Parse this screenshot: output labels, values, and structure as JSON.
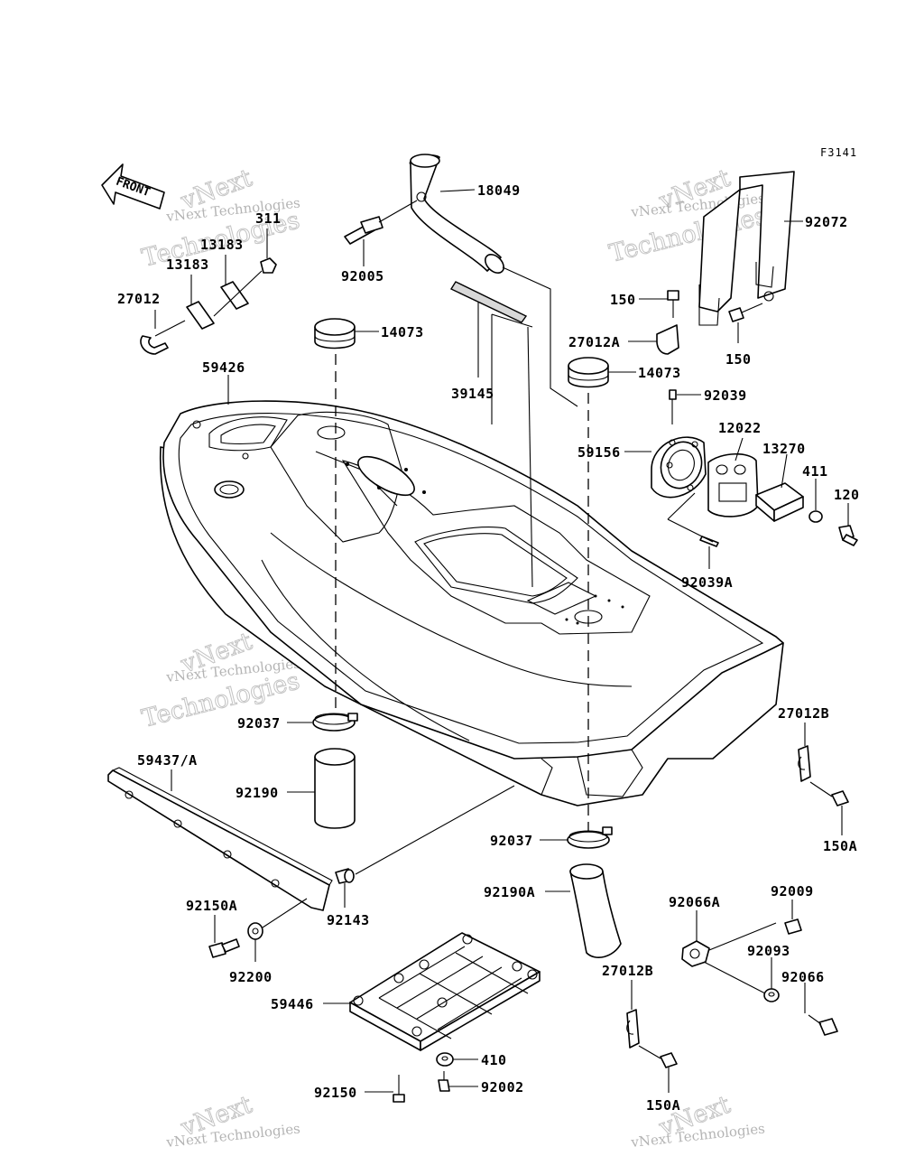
{
  "figure_ref": "F3141",
  "front_label": "FRONT",
  "watermark": {
    "line1": "vNext Technologies",
    "line2": "vNext",
    "line3": "Technologies"
  },
  "labels": {
    "p18049": "18049",
    "p92005": "92005",
    "p311": "311",
    "p13183a": "13183",
    "p13183b": "13183",
    "p27012": "27012",
    "p14073a": "14073",
    "p14073b": "14073",
    "p59426": "59426",
    "p39145": "39145",
    "p92072": "92072",
    "p150a": "150",
    "p150b": "150",
    "p27012A": "27012A",
    "p92039": "92039",
    "p59156": "59156",
    "p12022": "12022",
    "p13270": "13270",
    "p411": "411",
    "p120": "120",
    "p92039A": "92039A",
    "p27012Ba": "27012B",
    "p150Aa": "150A",
    "p92037a": "92037",
    "p59437": "59437/A",
    "p92190": "92190",
    "p92037b": "92037",
    "p92190A": "92190A",
    "p92143": "92143",
    "p92150A": "92150A",
    "p92200": "92200",
    "p92066A": "92066A",
    "p92009": "92009",
    "p92093": "92093",
    "p92066": "92066",
    "p27012Bb": "27012B",
    "p59446": "59446",
    "p410": "410",
    "p92150": "92150",
    "p92002": "92002",
    "p150Ab": "150A"
  }
}
